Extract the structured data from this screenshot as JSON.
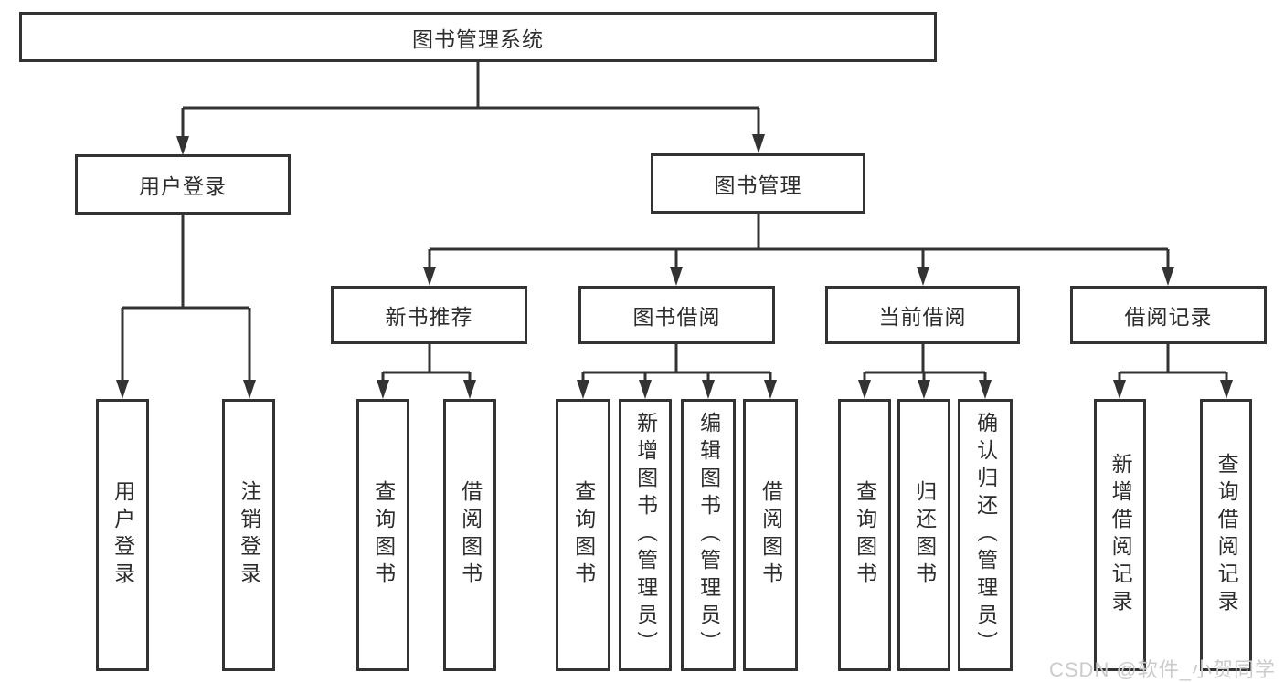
{
  "tree": {
    "label": "图书管理系统",
    "children": [
      {
        "label": "用户登录",
        "children": [
          {
            "label": "用户登录"
          },
          {
            "label": "注销登录"
          }
        ]
      },
      {
        "label": "图书管理",
        "children": [
          {
            "label": "新书推荐",
            "children": [
              {
                "label": "查询图书"
              },
              {
                "label": "借阅图书"
              }
            ]
          },
          {
            "label": "图书借阅",
            "children": [
              {
                "label": "查询图书"
              },
              {
                "label": "新增图书（管理员）"
              },
              {
                "label": "编辑图书（管理员）"
              },
              {
                "label": "借阅图书"
              }
            ]
          },
          {
            "label": "当前借阅",
            "children": [
              {
                "label": "查询图书"
              },
              {
                "label": "归还图书"
              },
              {
                "label": "确认归还（管理员）"
              }
            ]
          },
          {
            "label": "借阅记录",
            "children": [
              {
                "label": "新增借阅记录"
              },
              {
                "label": "查询借阅记录"
              }
            ]
          }
        ]
      }
    ]
  },
  "watermark": "CSDN @软件_小贺同学",
  "colors": {
    "line": "#333333",
    "box_border": "#333333",
    "text": "#2d2d2d",
    "watermark": "#cbcbcb",
    "background": "#ffffff"
  }
}
